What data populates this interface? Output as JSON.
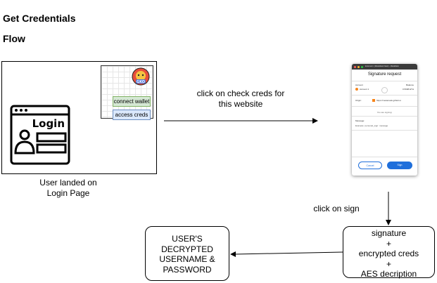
{
  "title": "Get Credentials",
  "subtitle": "Flow",
  "login_panel": {
    "login_text": "Login",
    "connect_button": "connect wallet",
    "access_button": "access creds",
    "logo_text": "GKO",
    "caption_line1": "User landed on",
    "caption_line2": "Login Page"
  },
  "edge_check": {
    "line1": "click on check creds for",
    "line2": "this website"
  },
  "metamask": {
    "titlebar_text": "Extension: (MetaMask Flask) - MetaMask",
    "title": "Signature request",
    "account_label": "Account",
    "balance_label": "Balance",
    "account_name": "Account 1",
    "balance_value": "0.5998 ETH",
    "origin_label": "Origin:",
    "origin_value": "https://metamask.github.io",
    "signing_note": "You are signing:",
    "message_label": "Message:",
    "message_value": "Example `personal_sign` message",
    "cancel": "Cancel",
    "sign": "Sign"
  },
  "edge_sign": "click on sign",
  "signature_box": [
    "signature",
    "+",
    "encrypted creds",
    "+",
    "AES decription"
  ],
  "result_box": [
    "USER'S",
    "DECRYPTED",
    "USERNAME &",
    "PASSWORD"
  ]
}
